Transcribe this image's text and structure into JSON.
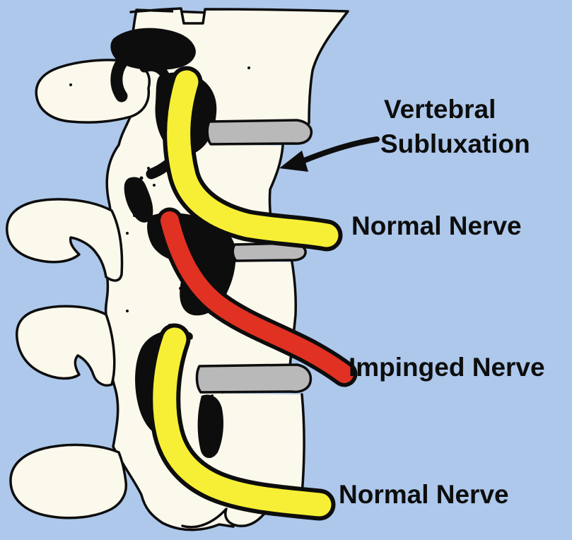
{
  "diagram": {
    "subject": "Spine lateral view showing a vertebral subluxation with one impinged nerve between two normal nerves"
  },
  "colors": {
    "background": "#adc8eb",
    "bone": "#fbf8ec",
    "outline": "#0d0d0d",
    "disc": "#b9b9b9",
    "nerve-normal": "#f6ef35",
    "nerve-impinged": "#e13122",
    "text": "#0d0d0d"
  },
  "labels": {
    "subluxation_line1": "Vertebral",
    "subluxation_line2": "Subluxation",
    "nerve_top": "Normal Nerve",
    "nerve_middle": "Impinged Nerve",
    "nerve_bottom": "Normal Nerve"
  },
  "nerves": [
    {
      "label": "Normal Nerve",
      "color": "#f6ef35",
      "position": "top"
    },
    {
      "label": "Impinged Nerve",
      "color": "#e13122",
      "position": "middle"
    },
    {
      "label": "Normal Nerve",
      "color": "#f6ef35",
      "position": "bottom"
    }
  ]
}
